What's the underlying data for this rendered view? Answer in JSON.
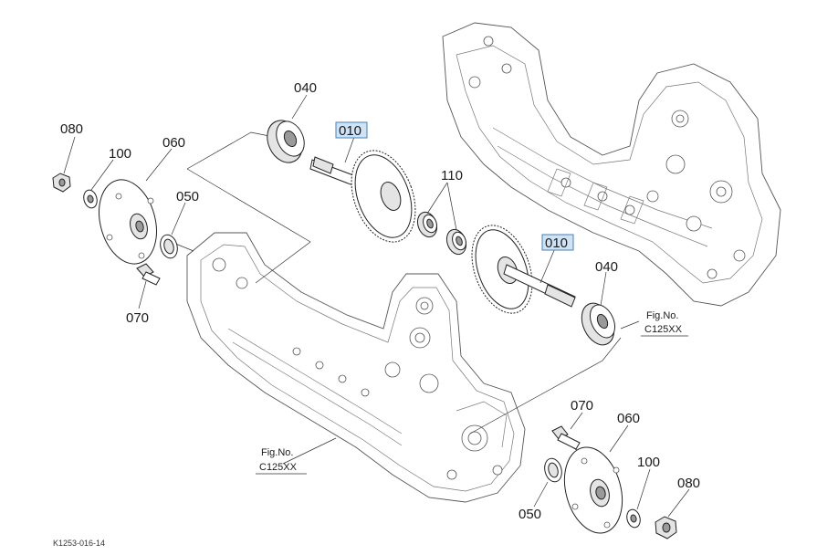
{
  "diagram": {
    "title": "Exploded parts diagram - shafts, gears and hub",
    "part_labels": {
      "p040_top": "040",
      "p080_left": "080",
      "p100_left": "100",
      "p060_left": "060",
      "p050_left": "050",
      "p070_left": "070",
      "p110": "110",
      "p040_right": "040",
      "p070_right": "070",
      "p060_right": "060",
      "p100_right": "100",
      "p080_right": "080",
      "p050_right": "050"
    },
    "highlighted_labels": {
      "p010_top": "010",
      "p010_right": "010"
    },
    "figure_refs": {
      "right": {
        "line1": "Fig.No.",
        "line2": "C125XX"
      },
      "bottom": {
        "line1": "Fig.No.",
        "line2": "C125XX"
      }
    },
    "drawing_code": "K1253-016-14",
    "colors": {
      "highlight_fill": "#cfe3f7",
      "highlight_stroke": "#4a7fb5",
      "line": "#222222"
    }
  }
}
